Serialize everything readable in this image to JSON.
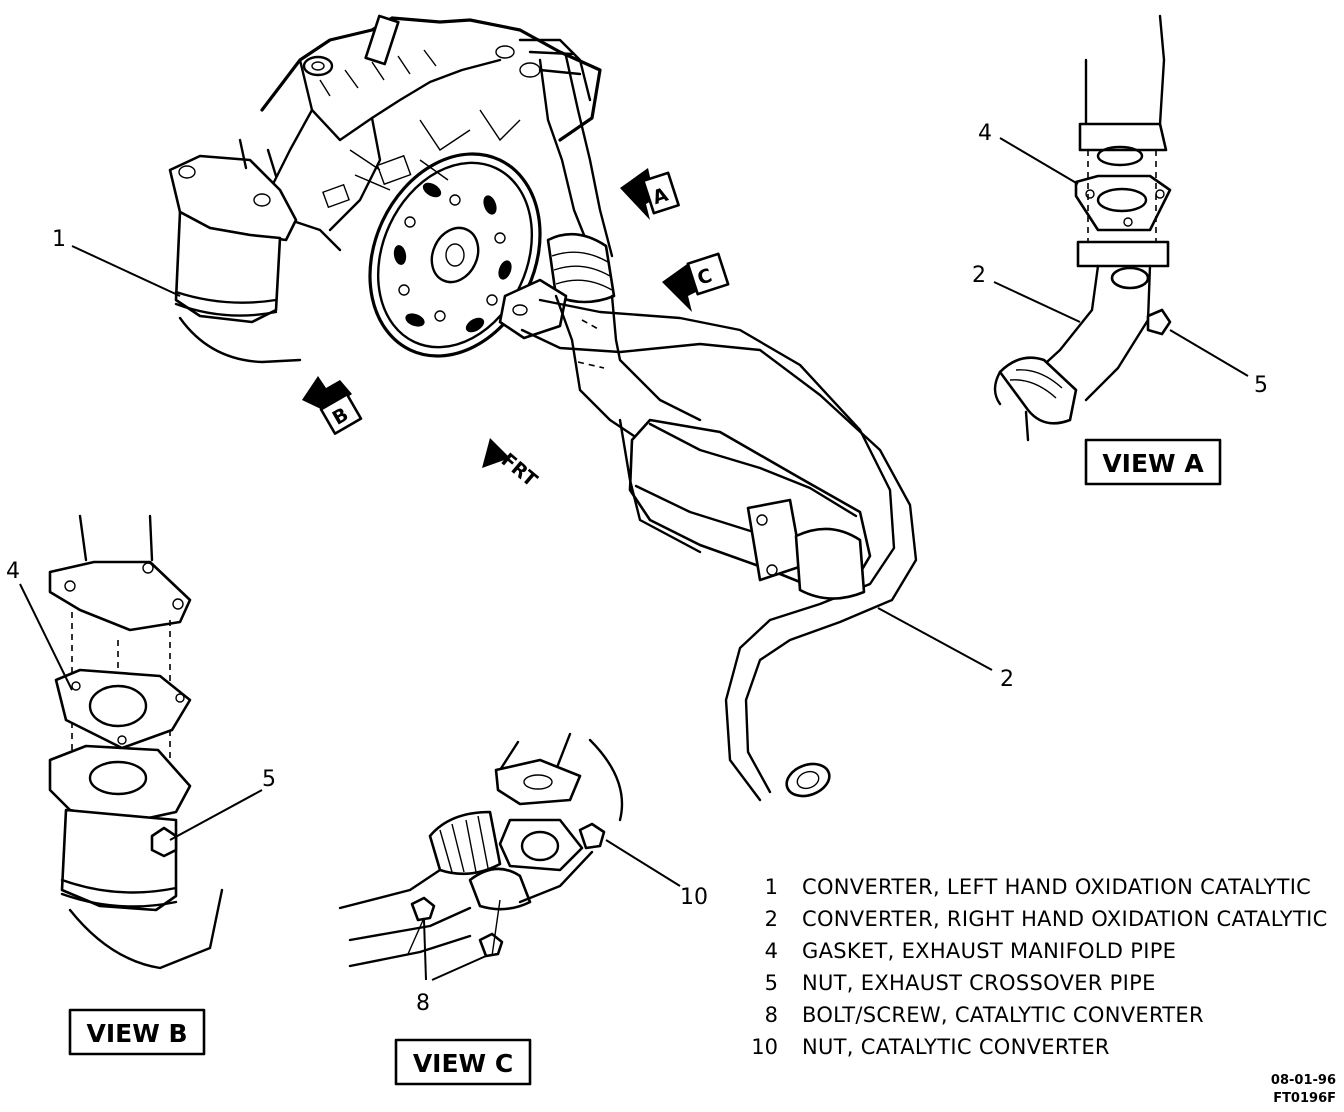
{
  "callouts": {
    "main_1": "1",
    "main_2": "2",
    "view_a_4": "4",
    "view_a_2": "2",
    "view_a_5": "5",
    "view_b_4": "4",
    "view_b_5": "5",
    "view_c_10": "10",
    "view_c_8": "8"
  },
  "arrows": {
    "a": "A",
    "b": "B",
    "c": "C",
    "front": "FRT"
  },
  "views": {
    "a": "VIEW A",
    "b": "VIEW B",
    "c": "VIEW C"
  },
  "legend": [
    {
      "num": "1",
      "text": "CONVERTER, LEFT HAND OXIDATION CATALYTIC"
    },
    {
      "num": "2",
      "text": "CONVERTER, RIGHT HAND OXIDATION CATALYTIC"
    },
    {
      "num": "4",
      "text": "GASKET, EXHAUST MANIFOLD PIPE"
    },
    {
      "num": "5",
      "text": "NUT, EXHAUST CROSSOVER PIPE"
    },
    {
      "num": "8",
      "text": "BOLT/SCREW, CATALYTIC CONVERTER"
    },
    {
      "num": "10",
      "text": "NUT, CATALYTIC CONVERTER"
    }
  ],
  "figure_code": {
    "line1": "08-01-96",
    "line2": "FT0196F"
  }
}
